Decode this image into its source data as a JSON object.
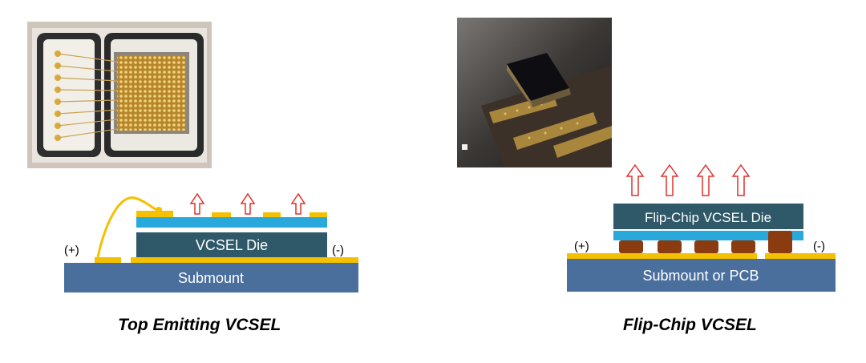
{
  "top_emitting": {
    "caption": "Top Emitting VCSEL",
    "die_label": "VCSEL Die",
    "submount_label": "Submount",
    "plus_label": "(+)",
    "minus_label": "(-)",
    "photo_icon": "wire-bonded-vcsel-photo"
  },
  "flip_chip": {
    "caption": "Flip-Chip VCSEL",
    "die_label": "Flip-Chip VCSEL Die",
    "submount_label": "Submount or PCB",
    "plus_label": "(+)",
    "minus_label": "(-)",
    "photo_icon": "flip-chip-vcsel-photo"
  },
  "colors": {
    "submount": "#4a6f9c",
    "die": "#2f5868",
    "cyan_layer": "#29a8db",
    "gold": "#f5c000",
    "bump": "#8a3c10",
    "arrow": "#e0302a"
  }
}
